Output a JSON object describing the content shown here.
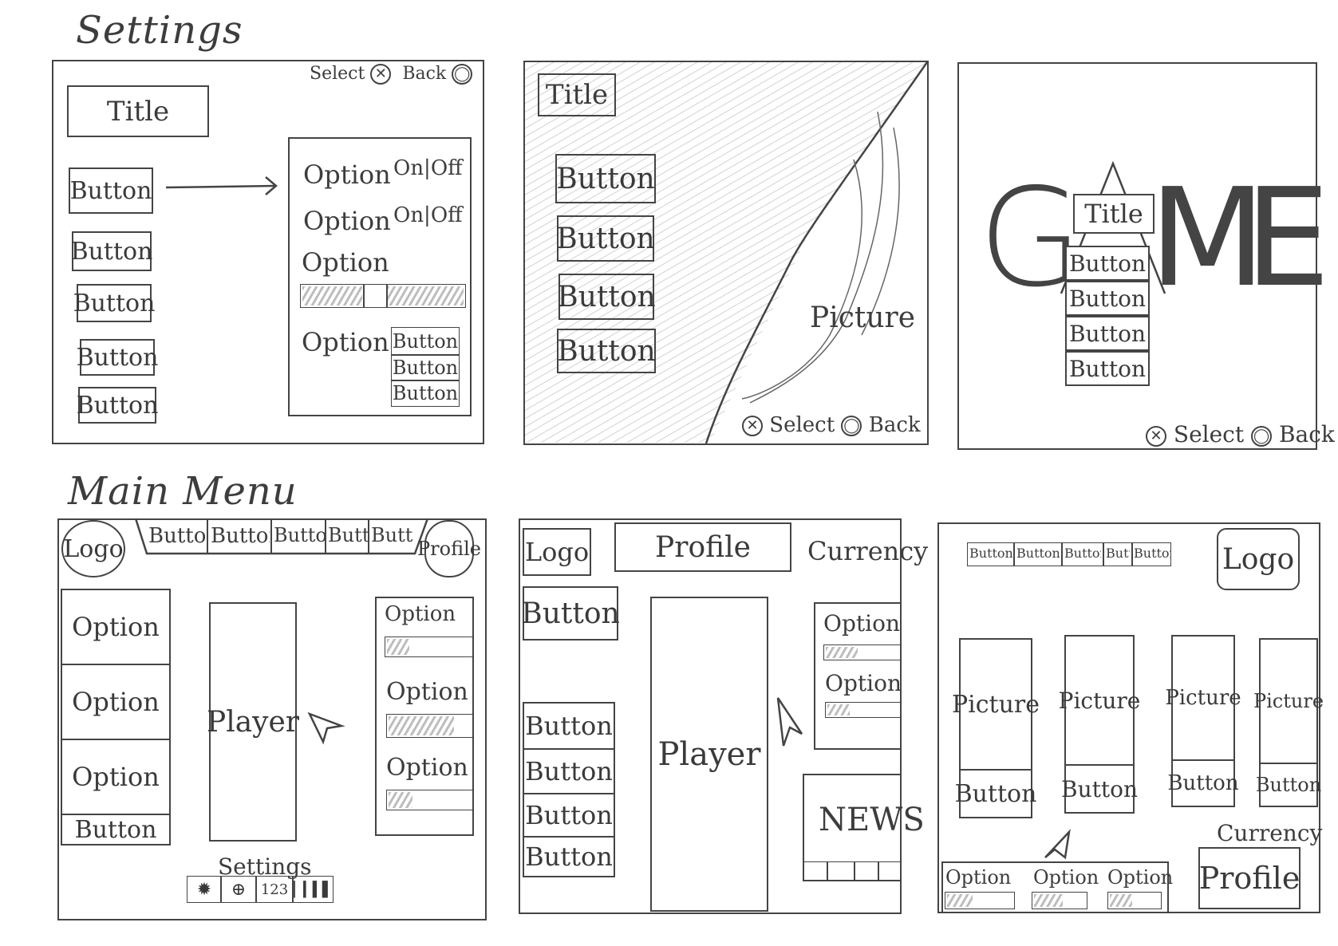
{
  "sections": {
    "settings_title": "Settings",
    "main_menu_title": "Main Menu"
  },
  "panel1": {
    "hint_select": "Select",
    "hint_back": "Back",
    "select_glyph": "✕",
    "back_glyph": "◯",
    "title": "Title",
    "buttons": [
      "Button",
      "Button",
      "Button",
      "Button",
      "Button"
    ],
    "options": [
      {
        "label": "Option",
        "value": "On|Off"
      },
      {
        "label": "Option",
        "value": "On|Off"
      },
      {
        "label": "Option",
        "value": ""
      },
      {
        "label": "Option",
        "value": ""
      }
    ],
    "sub_buttons": [
      "Button",
      "Button",
      "Button"
    ]
  },
  "panel2": {
    "title": "Title",
    "buttons": [
      "Button",
      "Button",
      "Button",
      "Button"
    ],
    "picture": "Picture",
    "hint_select": "Select",
    "hint_back": "Back"
  },
  "panel3": {
    "game_letters": [
      "G",
      "A",
      "M",
      "E"
    ],
    "title": "Title",
    "buttons": [
      "Button",
      "Button",
      "Button",
      "Button"
    ],
    "hint_select": "Select",
    "hint_back": "Back"
  },
  "panel4": {
    "logo": "Logo",
    "tabs": [
      "Button",
      "Button",
      "Button",
      "Butto",
      "Butto"
    ],
    "profile": "Profile",
    "left_options": [
      "Option",
      "Option",
      "Option"
    ],
    "left_button": "Button",
    "player": "Player",
    "right_options": [
      "Option",
      "Option",
      "Option"
    ],
    "settings_label": "Settings",
    "settings_icons": [
      "sun-icon",
      "globe-icon",
      "123",
      "bars-icon"
    ],
    "settings_123": "123"
  },
  "panel5": {
    "logo": "Logo",
    "profile": "Profile",
    "currency": "Currency",
    "top_button": "Button",
    "buttons": [
      "Button",
      "Button",
      "Button",
      "Button"
    ],
    "player": "Player",
    "options": [
      "Option",
      "Option"
    ],
    "news": "NEWS"
  },
  "panel6": {
    "tabs": [
      "Button",
      "Button",
      "Button",
      "Butt",
      "Button"
    ],
    "logo": "Logo",
    "pictures": [
      "Picture",
      "Picture",
      "Picture",
      "Picture"
    ],
    "picture_buttons": [
      "Button",
      "Button",
      "Button",
      "Button"
    ],
    "currency": "Currency",
    "profile": "Profile",
    "options": [
      "Option",
      "Option",
      "Option"
    ]
  }
}
